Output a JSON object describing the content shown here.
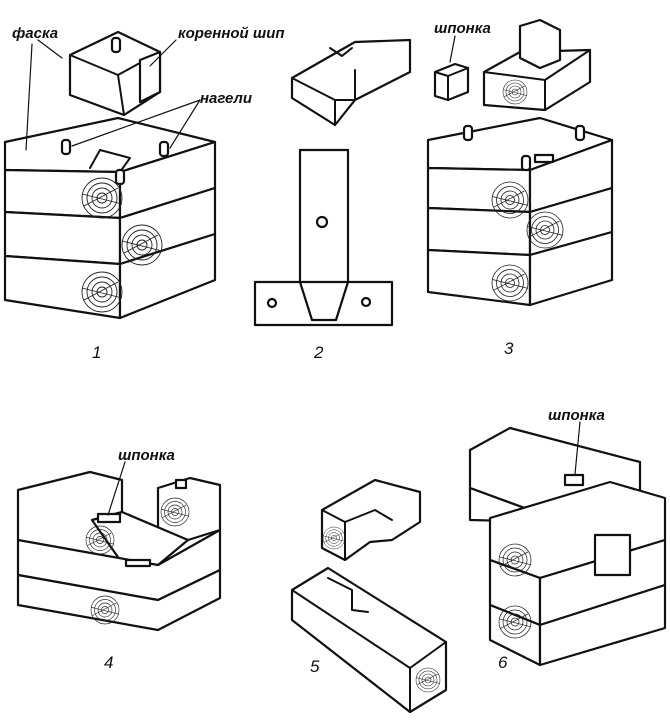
{
  "labels": {
    "chamfer": "фаска",
    "root_tenon": "коренной шип",
    "dowels": "нагели",
    "key_1": "шпонка",
    "key_2": "шпонка",
    "key_3": "шпонка"
  },
  "figures": [
    {
      "number": "1"
    },
    {
      "number": "2"
    },
    {
      "number": "3"
    },
    {
      "number": "4"
    },
    {
      "number": "5"
    },
    {
      "number": "6"
    }
  ],
  "colors": {
    "ink": "#111111",
    "paper": "#ffffff"
  }
}
